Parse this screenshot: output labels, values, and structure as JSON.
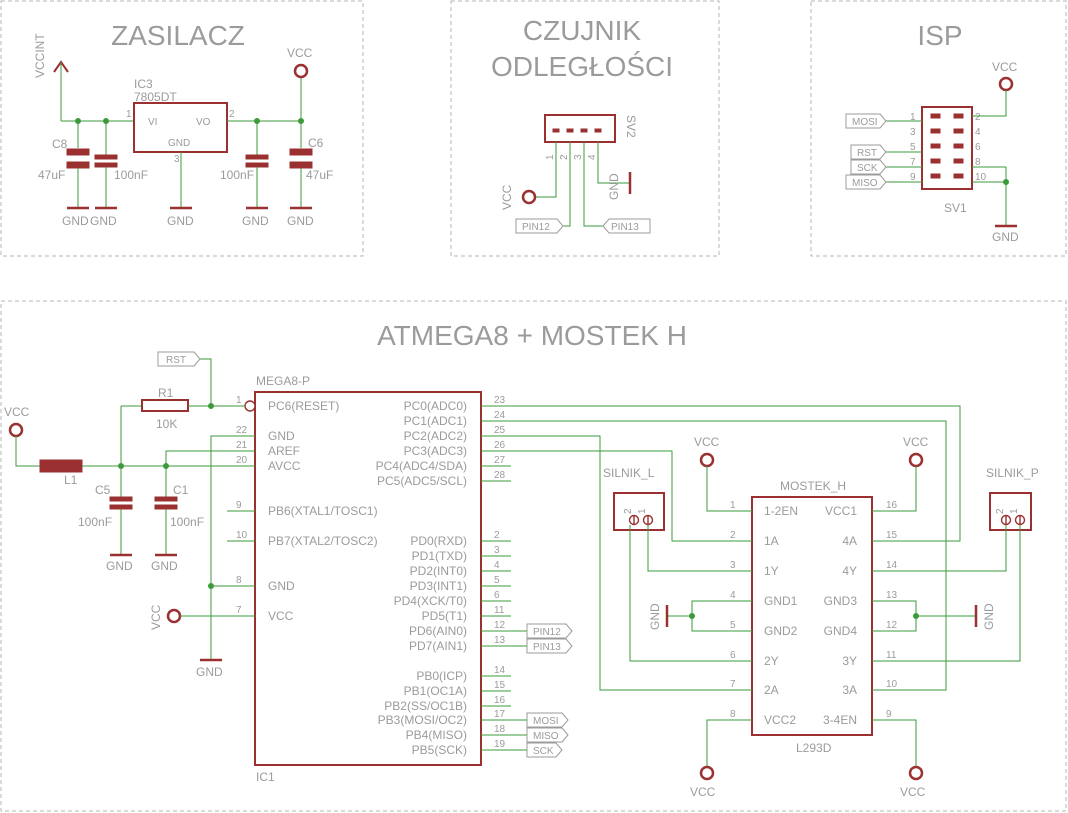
{
  "colors": {
    "wire": "#3b9b3b",
    "symbol": "#9b3030",
    "text": "#9b9b9b",
    "frame": "#b4b4b4"
  },
  "sections": {
    "zasilacz": "ZASILACZ",
    "czujnik_1": "CZUJNIK",
    "czujnik_2": "ODLEGŁOŚCI",
    "isp": "ISP",
    "main": "ATMEGA8 + MOSTEK H"
  },
  "power": {
    "vccint": "VCCINT",
    "vcc": "VCC",
    "ic_name": "IC3",
    "ic_value": "7805DT",
    "vi": "VI",
    "vo": "VO",
    "ic_gnd": "GND",
    "pin1": "1",
    "pin2": "2",
    "pin3": "3",
    "c8": "C8",
    "c8_val": "47uF",
    "c6": "C6",
    "c6_val": "47uF",
    "c_100n_a": "100nF",
    "c_100n_b": "100nF",
    "gnd": "GND"
  },
  "sensor": {
    "name": "SV2",
    "pins": [
      "1",
      "2",
      "3",
      "4"
    ],
    "vcc": "VCC",
    "gnd": "GND",
    "pin12": "PIN12",
    "pin13": "PIN13"
  },
  "isp": {
    "name": "SV1",
    "vcc": "VCC",
    "gnd": "GND",
    "left_pins": [
      "1",
      "3",
      "5",
      "7",
      "9"
    ],
    "right_pins": [
      "2",
      "4",
      "6",
      "8",
      "10"
    ],
    "mosi": "MOSI",
    "rst": "RST",
    "sck": "SCK",
    "miso": "MISO"
  },
  "mcu": {
    "name": "MEGA8-P",
    "ref": "IC1",
    "left": [
      {
        "pin": "1",
        "label": "PC6(RESET)"
      },
      {
        "pin": "22",
        "label": "GND"
      },
      {
        "pin": "21",
        "label": "AREF"
      },
      {
        "pin": "20",
        "label": "AVCC"
      },
      {
        "pin": "9",
        "label": "PB6(XTAL1/TOSC1)"
      },
      {
        "pin": "10",
        "label": "PB7(XTAL2/TOSC2)"
      },
      {
        "pin": "8",
        "label": "GND"
      },
      {
        "pin": "7",
        "label": "VCC"
      }
    ],
    "right": [
      {
        "pin": "23",
        "label": "PC0(ADC0)"
      },
      {
        "pin": "24",
        "label": "PC1(ADC1)"
      },
      {
        "pin": "25",
        "label": "PC2(ADC2)"
      },
      {
        "pin": "26",
        "label": "PC3(ADC3)"
      },
      {
        "pin": "27",
        "label": "PC4(ADC4/SDA)"
      },
      {
        "pin": "28",
        "label": "PC5(ADC5/SCL)"
      },
      {
        "pin": "2",
        "label": "PD0(RXD)"
      },
      {
        "pin": "3",
        "label": "PD1(TXD)"
      },
      {
        "pin": "4",
        "label": "PD2(INT0)"
      },
      {
        "pin": "5",
        "label": "PD3(INT1)"
      },
      {
        "pin": "6",
        "label": "PD4(XCK/T0)"
      },
      {
        "pin": "11",
        "label": "PD5(T1)"
      },
      {
        "pin": "12",
        "label": "PD6(AIN0)"
      },
      {
        "pin": "13",
        "label": "PD7(AIN1)"
      },
      {
        "pin": "14",
        "label": "PB0(ICP)"
      },
      {
        "pin": "15",
        "label": "PB1(OC1A)"
      },
      {
        "pin": "16",
        "label": "PB2(SS/OC1B)"
      },
      {
        "pin": "17",
        "label": "PB3(MOSI/OC2)"
      },
      {
        "pin": "18",
        "label": "PB4(MISO)"
      },
      {
        "pin": "19",
        "label": "PB5(SCK)"
      }
    ],
    "tags": {
      "pin12": "PIN12",
      "pin13": "PIN13",
      "mosi": "MOSI",
      "miso": "MISO",
      "sck": "SCK"
    }
  },
  "reset": {
    "rst": "RST",
    "r1": "R1",
    "r1_val": "10K",
    "vcc_in": "VCC",
    "l1": "L1",
    "c5": "C5",
    "c5_val": "100nF",
    "c1": "C1",
    "c1_val": "100nF",
    "gnd": "GND",
    "vcc": "VCC"
  },
  "bridge": {
    "name": "MOSTEK_H",
    "ref": "L293D",
    "left": [
      {
        "pin": "1",
        "label": "1-2EN"
      },
      {
        "pin": "2",
        "label": "1A"
      },
      {
        "pin": "3",
        "label": "1Y"
      },
      {
        "pin": "4",
        "label": "GND1"
      },
      {
        "pin": "5",
        "label": "GND2"
      },
      {
        "pin": "6",
        "label": "2Y"
      },
      {
        "pin": "7",
        "label": "2A"
      },
      {
        "pin": "8",
        "label": "VCC2"
      }
    ],
    "right": [
      {
        "pin": "16",
        "label": "VCC1"
      },
      {
        "pin": "15",
        "label": "4A"
      },
      {
        "pin": "14",
        "label": "4Y"
      },
      {
        "pin": "13",
        "label": "GND3"
      },
      {
        "pin": "12",
        "label": "GND4"
      },
      {
        "pin": "11",
        "label": "3Y"
      },
      {
        "pin": "10",
        "label": "3A"
      },
      {
        "pin": "9",
        "label": "3-4EN"
      }
    ],
    "vcc": "VCC",
    "gnd": "GND",
    "silnik_l": "SILNIK_L",
    "silnik_p": "SILNIK_P",
    "motor_pins": [
      "2",
      "1"
    ]
  }
}
